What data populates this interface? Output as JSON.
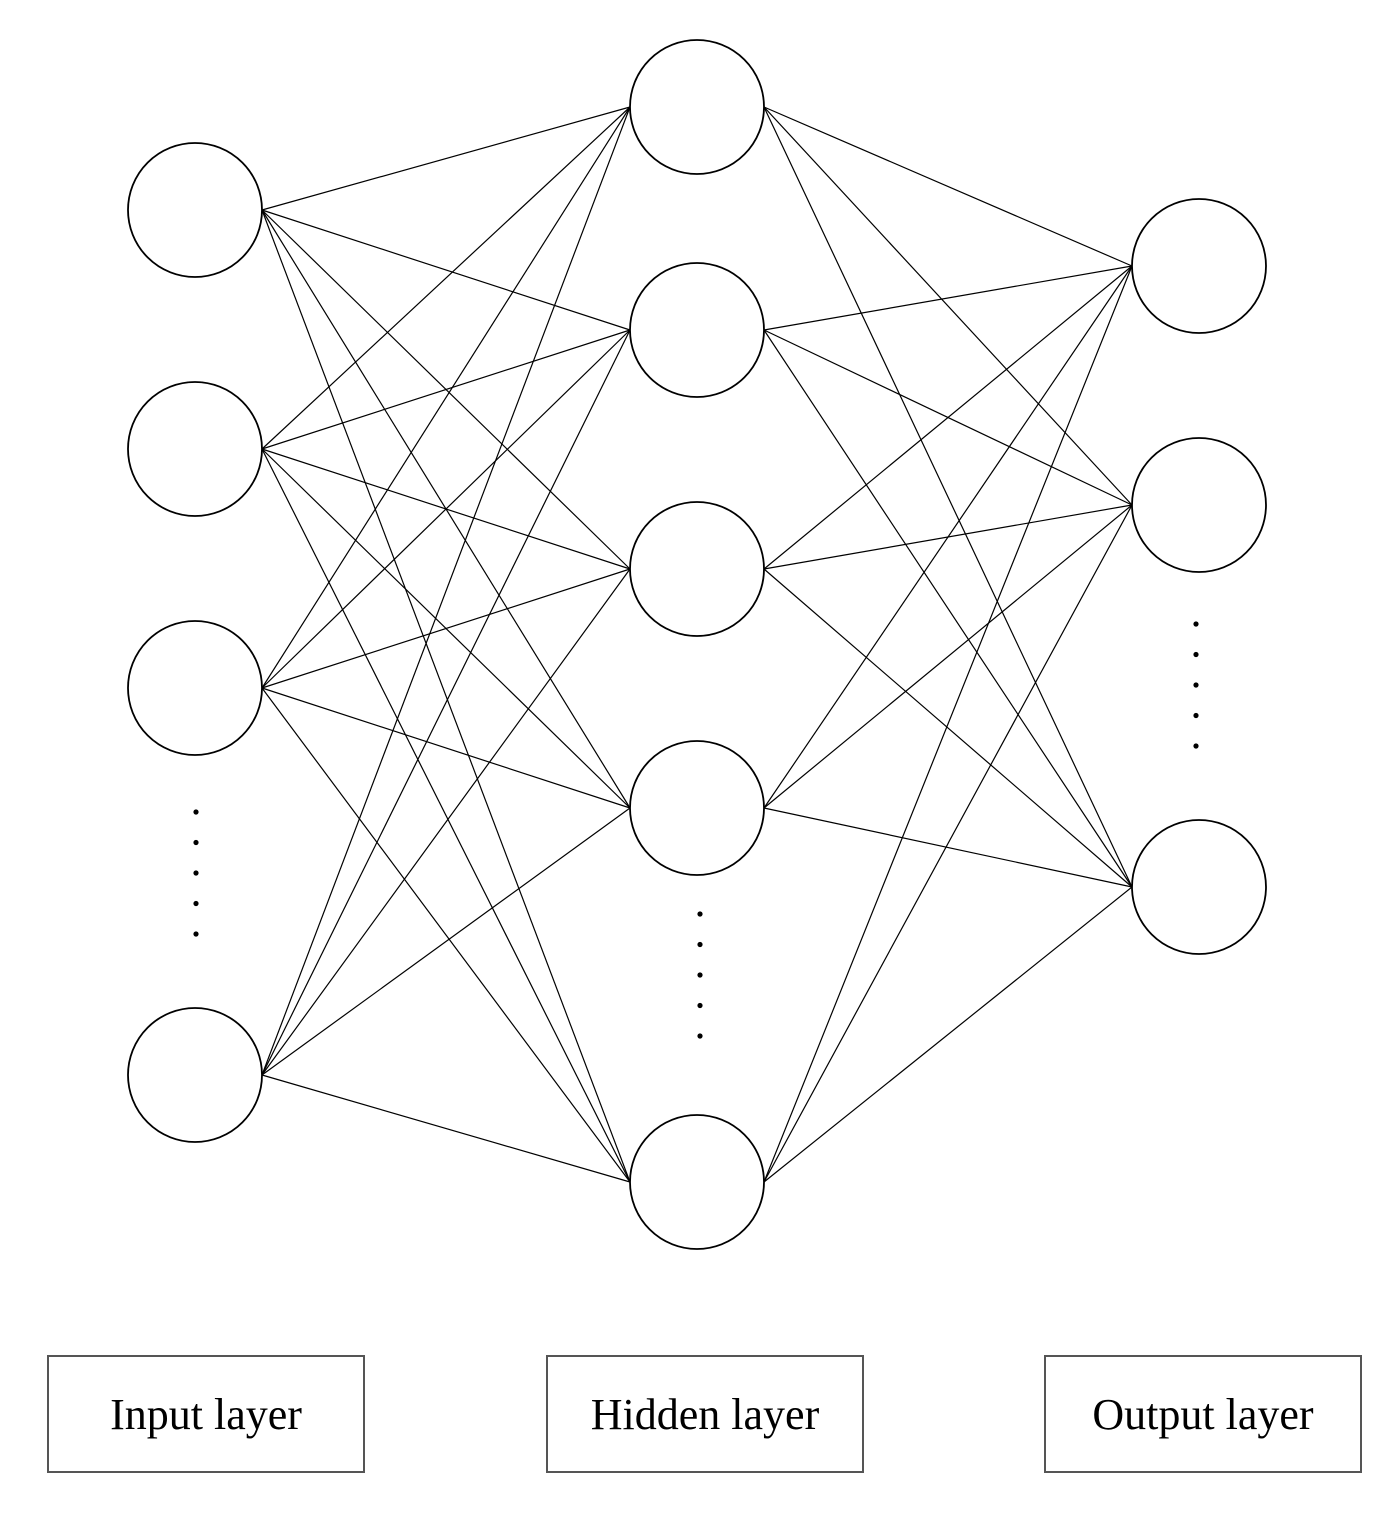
{
  "labels": {
    "input": "Input layer",
    "hidden": "Hidden layer",
    "output": "Output layer"
  },
  "network": {
    "input_nodes_drawn": 4,
    "hidden_nodes_drawn": 5,
    "output_nodes_drawn": 3,
    "fully_connected": true,
    "ellipsis_in_input": true,
    "ellipsis_in_hidden": true,
    "ellipsis_in_output": true
  },
  "colors": {
    "stroke": "#000000",
    "background": "#ffffff",
    "box_border": "#555555"
  }
}
